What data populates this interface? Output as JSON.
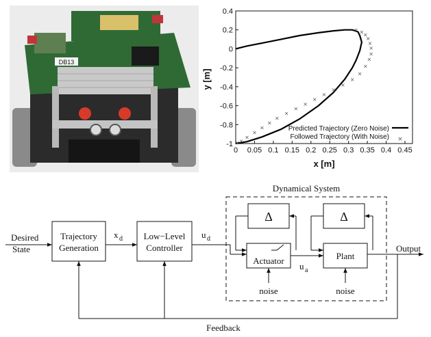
{
  "photo": {
    "board_label": "DB13",
    "colors": {
      "pcb": "#2f6a35",
      "ribbon": "#c9c9c9",
      "frame": "#3a3a3a",
      "led": "#d83a2a",
      "chip": "#d9c06a"
    }
  },
  "plot": {
    "legend": {
      "predicted": "Predicted Trajectory (Zero Noise)",
      "followed": "Followed Trajectory (With Noise)"
    }
  },
  "chart_data": {
    "type": "line",
    "xlabel": "x [m]",
    "ylabel": "y [m]",
    "xlim": [
      0,
      0.47
    ],
    "ylim": [
      -1,
      0.4
    ],
    "xticks": [
      "0",
      "0.05",
      "0.1",
      "0.15",
      "0.2",
      "0.25",
      "0.3",
      "0.35",
      "0.4",
      "0.45"
    ],
    "xtick_values": [
      0,
      0.05,
      0.1,
      0.15,
      0.2,
      0.25,
      0.3,
      0.35,
      0.4,
      0.45
    ],
    "yticks": [
      "0.4",
      "0.2",
      "0",
      "-0.2",
      "-0.4",
      "-0.6",
      "-0.8",
      "-1"
    ],
    "ytick_values": [
      0.4,
      0.2,
      0,
      -0.2,
      -0.4,
      -0.6,
      -0.8,
      -1
    ],
    "grid": false,
    "legend_position": "bottom-right",
    "series": [
      {
        "name": "Predicted Trajectory (Zero Noise)",
        "style": "line",
        "x": [
          0,
          0.03,
          0.07,
          0.12,
          0.17,
          0.22,
          0.26,
          0.29,
          0.31,
          0.325,
          0.33,
          0.335,
          0.33,
          0.32,
          0.31,
          0.29,
          0.26,
          0.22,
          0.17,
          0.12,
          0.07,
          0.03,
          0
        ],
        "y": [
          0,
          0.03,
          0.06,
          0.1,
          0.14,
          0.17,
          0.19,
          0.2,
          0.2,
          0.18,
          0.14,
          0.07,
          -0.02,
          -0.12,
          -0.2,
          -0.32,
          -0.46,
          -0.6,
          -0.74,
          -0.85,
          -0.93,
          -0.98,
          -1
        ]
      },
      {
        "name": "Followed Trajectory (With Noise)",
        "style": "markers",
        "x": [
          0.32,
          0.335,
          0.345,
          0.352,
          0.357,
          0.36,
          0.36,
          0.355,
          0.345,
          0.33,
          0.31,
          0.285,
          0.26,
          0.235,
          0.21,
          0.185,
          0.16,
          0.135,
          0.11,
          0.09,
          0.07,
          0.05,
          0.03,
          0.015,
          0.005
        ],
        "y": [
          0.2,
          0.18,
          0.15,
          0.11,
          0.06,
          0.01,
          -0.05,
          -0.11,
          -0.18,
          -0.26,
          -0.32,
          -0.38,
          -0.43,
          -0.48,
          -0.53,
          -0.58,
          -0.63,
          -0.68,
          -0.73,
          -0.78,
          -0.83,
          -0.88,
          -0.93,
          -0.97,
          -0.99
        ]
      }
    ]
  },
  "diagram": {
    "input_label_line1": "Desired",
    "input_label_line2": "State",
    "trajectory_line1": "Trajectory",
    "trajectory_line2": "Generation",
    "xd_main": "x",
    "xd_sub": "d",
    "controller_line1": "Low−Level",
    "controller_line2": "Controller",
    "ud_main": "u",
    "ud_sub": "d",
    "dynamical_system": "Dynamical System",
    "delta1": "Δ",
    "delta2": "Δ",
    "actuator": "Actuator",
    "ua_main": "u",
    "ua_sub": "a",
    "plant": "Plant",
    "noise1": "noise",
    "noise2": "noise",
    "output": "Output",
    "feedback": "Feedback"
  }
}
